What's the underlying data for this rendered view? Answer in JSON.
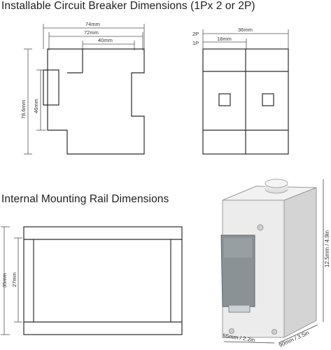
{
  "headings": {
    "breaker": "Installable Circuit Breaker Dimensions   (1Px 2 or 2P)",
    "rail": "Internal Mounting Rail Dimensions"
  },
  "side_view": {
    "dim_74": "74mm",
    "dim_72": "72mm",
    "dim_40": "40mm",
    "dim_78_6": "78.6mm",
    "dim_46": "46mm"
  },
  "front_view": {
    "label_2p": "2P",
    "label_1p": "1P",
    "dim_36": "36mm",
    "dim_18": "18mm"
  },
  "rail": {
    "dim_35": "35mm",
    "dim_27": "27mm"
  },
  "enclosure": {
    "height": "12.5mm / 4.9in",
    "width": "55mm / 2.2in",
    "depth": "90mm / 3.5in"
  },
  "colors": {
    "line": "#2b2b2b",
    "dim_line": "#555555",
    "enclosure_body": "#e9e9e9",
    "window": "#8a9296"
  }
}
